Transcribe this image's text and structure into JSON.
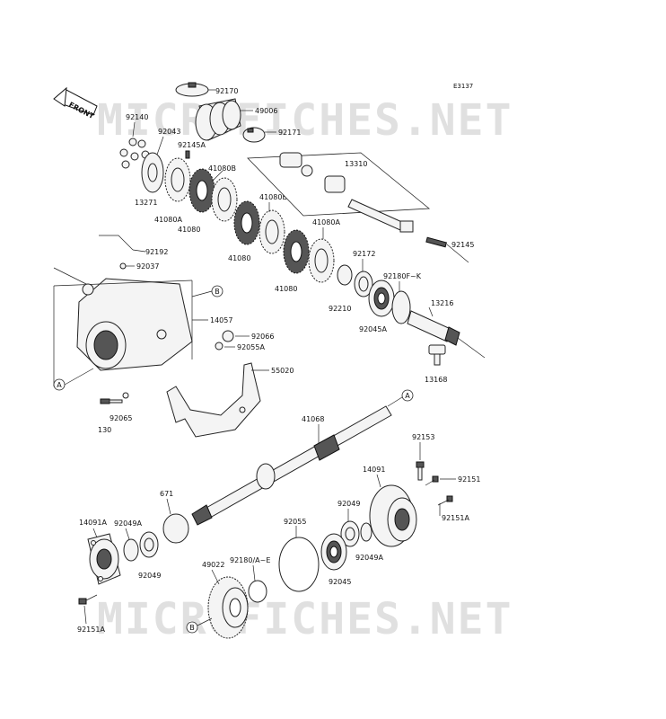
{
  "diagram_code": "E3137",
  "front_label": "FRONT",
  "watermark": "MICROFICHES.NET",
  "ref_markers": {
    "a": "A",
    "b": "B"
  },
  "labels": {
    "p92170": "92170",
    "p49006": "49006",
    "p92140": "92140",
    "p92043": "92043",
    "p92171": "92171",
    "p92145A": "92145A",
    "p41080B_1": "41080B",
    "p13310": "13310",
    "p13271": "13271",
    "p41080A_1": "41080A",
    "p41080_1": "41080",
    "p41080B_2": "41080B",
    "p41080A_2": "41080A",
    "p92145": "92145",
    "p41080_2": "41080",
    "p92192": "92192",
    "p92172": "92172",
    "p92037": "92037",
    "p92180FK": "92180F~K",
    "p41080_3": "41080",
    "p13216": "13216",
    "p92210": "92210",
    "p14057": "14057",
    "p92045A": "92045A",
    "p92066": "92066",
    "p92055A": "92055A",
    "p13168": "13168",
    "p55020": "55020",
    "p41068": "41068",
    "p92065": "92065",
    "p130": "130",
    "p92153": "92153",
    "p14091": "14091",
    "p92151": "92151",
    "p671": "671",
    "p92049_r": "92049",
    "p92151A_r": "92151A",
    "p14091A": "14091A",
    "p92049A_l": "92049A",
    "p92055": "92055",
    "p92049A_r": "92049A",
    "p49022": "49022",
    "p92180AE": "92180/A~E",
    "p92049_l": "92049",
    "p92045": "92045",
    "p92151A_l": "92151A"
  }
}
